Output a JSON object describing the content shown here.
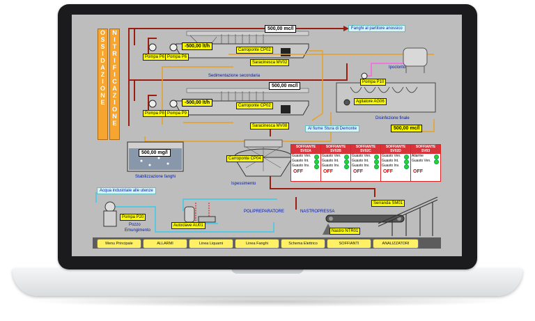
{
  "title_left": [
    "O",
    "S",
    "S",
    "I",
    "D",
    "A",
    "Z",
    "I",
    "O",
    "N",
    "E"
  ],
  "title_right": [
    "N",
    "I",
    "T",
    "R",
    "I",
    "F",
    "I",
    "C",
    "A",
    "Z",
    "I",
    "O",
    "N",
    "E"
  ],
  "flow_values": {
    "top": "500,00 mc/l",
    "mid": "500,00 mc/l",
    "disinfection": "500,00 mc/l",
    "pump_top": "-500,00 lt/h",
    "pump_bottom": "-500,00 lt/h",
    "stabilization": "500,00 mg/l"
  },
  "labels": {
    "fanghi_partitore": "Fanghi al partitore anossico",
    "pompa_p6a": "Pompa P6",
    "pompa_p6b": "Pompa P6",
    "pompa_p8": "Pompa P8",
    "pompa_p9": "Pompa P9",
    "carroponte_cp02_top": "Carroponte CP02",
    "carroponte_cp02_bottom": "Carroponte CP02",
    "saracinesca_mv02": "Saracinesca MV02",
    "saracinesca_mv08": "Saracinesca MV08",
    "sedimentazione": "Sedimentazione secondaria",
    "ipoclorito": "Ipoclorito",
    "pompa_p10": "Pompa P10",
    "agitatore": "Agitatore AG06",
    "disinfezione": "Disinfezione finale",
    "al_fiume": "Al fiume Stura di Demonte",
    "stabilizzazione": "Stabilizzazione fanghi",
    "carroponte_cp04": "Carroponte CP04",
    "ispessimento": "Ispessimento",
    "acqua_industriale": "Acqua industriale alle utenze",
    "pompa_p20": "Pompa P20",
    "pozzo": "Pozzo",
    "emungimento": "Emungimento",
    "autoclave": "Autoclave AU01",
    "polipreparatore": "POLIPREPARATORE",
    "nastropressa": "NASTROPRESSA",
    "nastro": "Nastro NTR01",
    "serranda": "Serranda SM01"
  },
  "blowers": [
    {
      "title": "SOFFIANTE",
      "code": "SV02A",
      "r1": "Guasto Ven.",
      "r2": "Guasto Int.",
      "r3": "Guasto Inv.",
      "state": "OFF"
    },
    {
      "title": "SOFFIANTE",
      "code": "SV02B",
      "r1": "Guasto Ven.",
      "r2": "Guasto Int.",
      "r3": "Guasto Inv.",
      "state": "OFF"
    },
    {
      "title": "SOFFIANTE",
      "code": "SV02C",
      "r1": "Guasto Ven.",
      "r2": "Guasto Int.",
      "r3": "Guasto Inv.",
      "state": "OFF"
    },
    {
      "title": "SOFFIANTE",
      "code": "SV02D",
      "r1": "Guasto Ven.",
      "r2": "Guasto Int.",
      "r3": "Guasto Inv.",
      "state": "OFF"
    },
    {
      "title": "SOFFIANTE",
      "code": "SV03",
      "r1": "Allarme",
      "r2": "Guasto Ven.",
      "r3": "",
      "state": "OFF"
    }
  ],
  "menu": [
    "Menu Principale",
    "ALLARMI",
    "Linea Liquami",
    "Linea Fanghi",
    "Schema Elettrico",
    "SOFFIANTI",
    "ANALIZZATORI"
  ],
  "colors": {
    "sludge_line": "#9a1d10",
    "water_line": "#33ccee",
    "return_line": "#e8a020",
    "chemical_line": "#ee77dd",
    "menu_button": "#fff066",
    "background": "#bdbdbd"
  }
}
